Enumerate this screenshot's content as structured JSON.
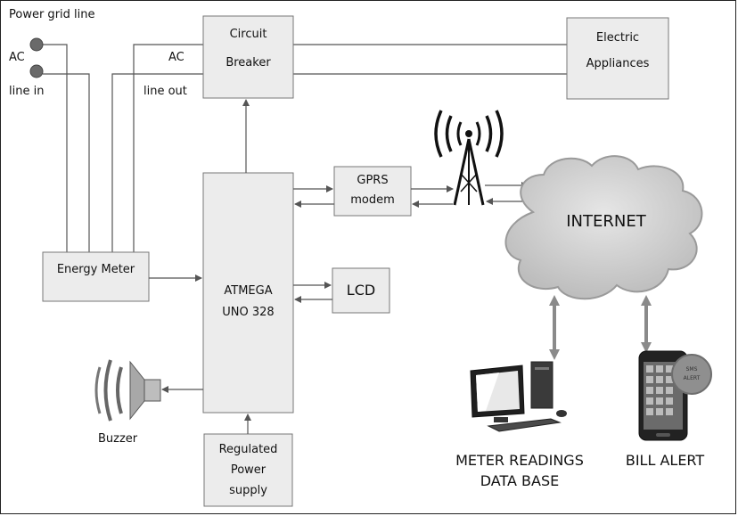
{
  "labels": {
    "power_grid_line": "Power grid line",
    "ac_left": "AC",
    "line_in": "line in",
    "ac_right": "AC",
    "line_out": "line out",
    "circuit_breaker_1": "Circuit",
    "circuit_breaker_2": "Breaker",
    "electric_appliances_1": "Electric",
    "electric_appliances_2": "Appliances",
    "energy_meter": "Energy Meter",
    "atmega_1": "ATMEGA",
    "atmega_2": "UNO 328",
    "gprs_1": "GPRS",
    "gprs_2": "modem",
    "lcd": "LCD",
    "internet": "INTERNET",
    "buzzer": "Buzzer",
    "power_supply_1": "Regulated",
    "power_supply_2": "Power",
    "power_supply_3": "supply",
    "meter_db_1": "METER READINGS",
    "meter_db_2": "DATA BASE",
    "bill_alert": "BILL ALERT",
    "sms_1": "SMS",
    "sms_2": "ALERT"
  },
  "colors": {
    "box_fill": "#ececec",
    "box_stroke": "#777777",
    "line": "#555555",
    "cloud_fill": "#cfcfcf",
    "gray_arrow": "#8a8a8a"
  }
}
